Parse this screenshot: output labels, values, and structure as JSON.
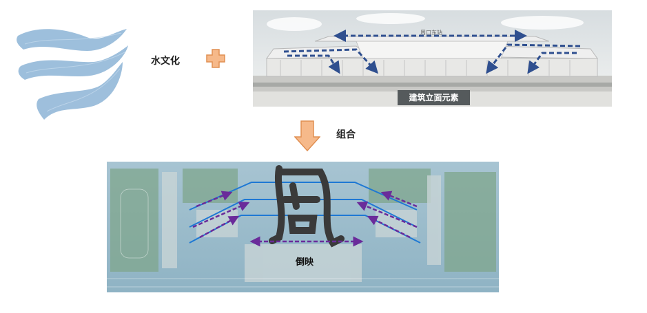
{
  "water_label": "水文化",
  "combine_label": "组合",
  "facade": {
    "caption": "建筑立面元素",
    "station_name": "周口东站"
  },
  "plan": {
    "reflection_label": "倒映"
  },
  "colors": {
    "water_blue": "#8db4d6",
    "plus_orange": "#f6b98a",
    "arrow_blue": "#2f4f8f",
    "arrow_purple": "#6a2b9a",
    "line_blue": "#1e78d4"
  }
}
